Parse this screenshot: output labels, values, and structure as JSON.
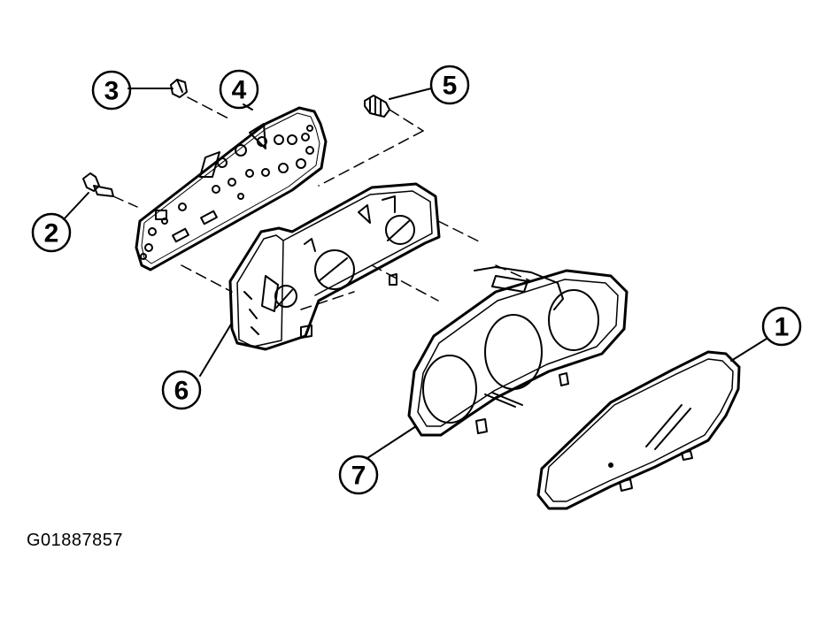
{
  "diagram": {
    "figure_id": "G01887857",
    "callouts": {
      "c1": "1",
      "c2": "2",
      "c3": "3",
      "c4": "4",
      "c5": "5",
      "c6": "6",
      "c7": "7"
    }
  }
}
